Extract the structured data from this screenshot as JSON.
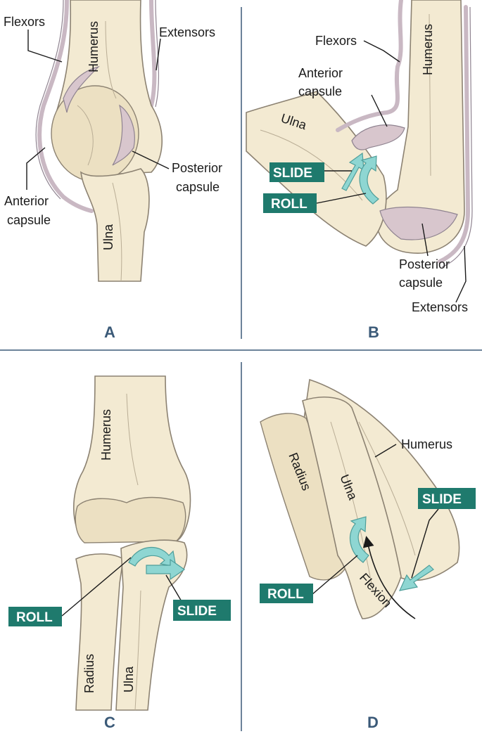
{
  "panels": {
    "a": {
      "letter": "A",
      "labels": {
        "flexors": "Flexors",
        "humerus": "Humerus",
        "extensors": "Extensors",
        "posterior_capsule_1": "Posterior",
        "posterior_capsule_2": "capsule",
        "anterior_capsule_1": "Anterior",
        "anterior_capsule_2": "capsule",
        "ulna": "Ulna"
      }
    },
    "b": {
      "letter": "B",
      "labels": {
        "flexors": "Flexors",
        "humerus": "Humerus",
        "anterior_capsule_1": "Anterior",
        "anterior_capsule_2": "capsule",
        "ulna": "Ulna",
        "slide": "SLIDE",
        "roll": "ROLL",
        "posterior_capsule_1": "Posterior",
        "posterior_capsule_2": "capsule",
        "extensors": "Extensors"
      }
    },
    "c": {
      "letter": "C",
      "labels": {
        "humerus": "Humerus",
        "roll": "ROLL",
        "slide": "SLIDE",
        "radius": "Radius",
        "ulna": "Ulna"
      }
    },
    "d": {
      "letter": "D",
      "labels": {
        "humerus": "Humerus",
        "radius": "Radius",
        "ulna": "Ulna",
        "slide": "SLIDE",
        "roll": "ROLL",
        "flexion": "Flexion"
      }
    }
  },
  "colors": {
    "tag_fill": "#1f7a6d",
    "arrow_fill": "#8ed6d2",
    "bone_fill": "#f3ead2",
    "soft_tissue": "#c9b8c3",
    "divider": "#3b5a78"
  }
}
